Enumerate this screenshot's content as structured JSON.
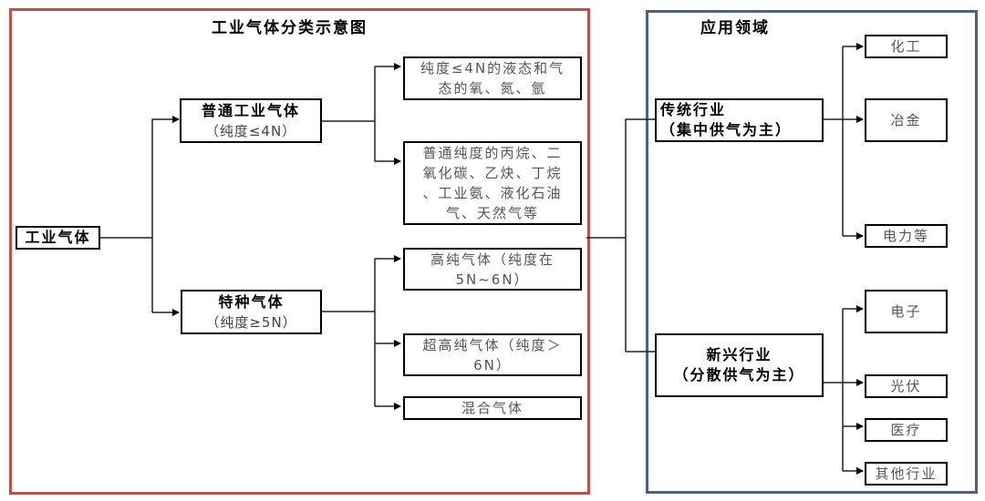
{
  "left_panel": {
    "title": "工业气体分类示意图",
    "root": "工业气体",
    "general": {
      "title": "普通工业气体",
      "subtitle": "（纯度≤4N）",
      "children": [
        [
          "纯度≤4N的液态和气",
          "态的氧、氮、氩"
        ],
        [
          "普通纯度的丙烷、二",
          "氧化碳、乙炔、丁烷",
          "、工业氨、液化石油",
          "气、天然气等"
        ]
      ]
    },
    "special": {
      "title": "特种气体",
      "subtitle": "（纯度≥5N）",
      "children": [
        [
          "高纯气体（纯度在",
          "5N~6N）"
        ],
        [
          "超高纯气体（纯度＞",
          "6N）"
        ],
        [
          "混合气体"
        ]
      ]
    }
  },
  "right_panel": {
    "title": "应用领域",
    "traditional": {
      "title": "传统行业",
      "subtitle": "（集中供气为主）",
      "children": [
        "化工",
        "冶金",
        "电力等"
      ]
    },
    "emerging": {
      "title": "新兴行业",
      "subtitle": "（分散供气为主）",
      "children": [
        "电子",
        "光伏",
        "医疗",
        "其他行业"
      ]
    }
  },
  "colors": {
    "left_border": "#b85450",
    "right_border": "#4a6284"
  }
}
